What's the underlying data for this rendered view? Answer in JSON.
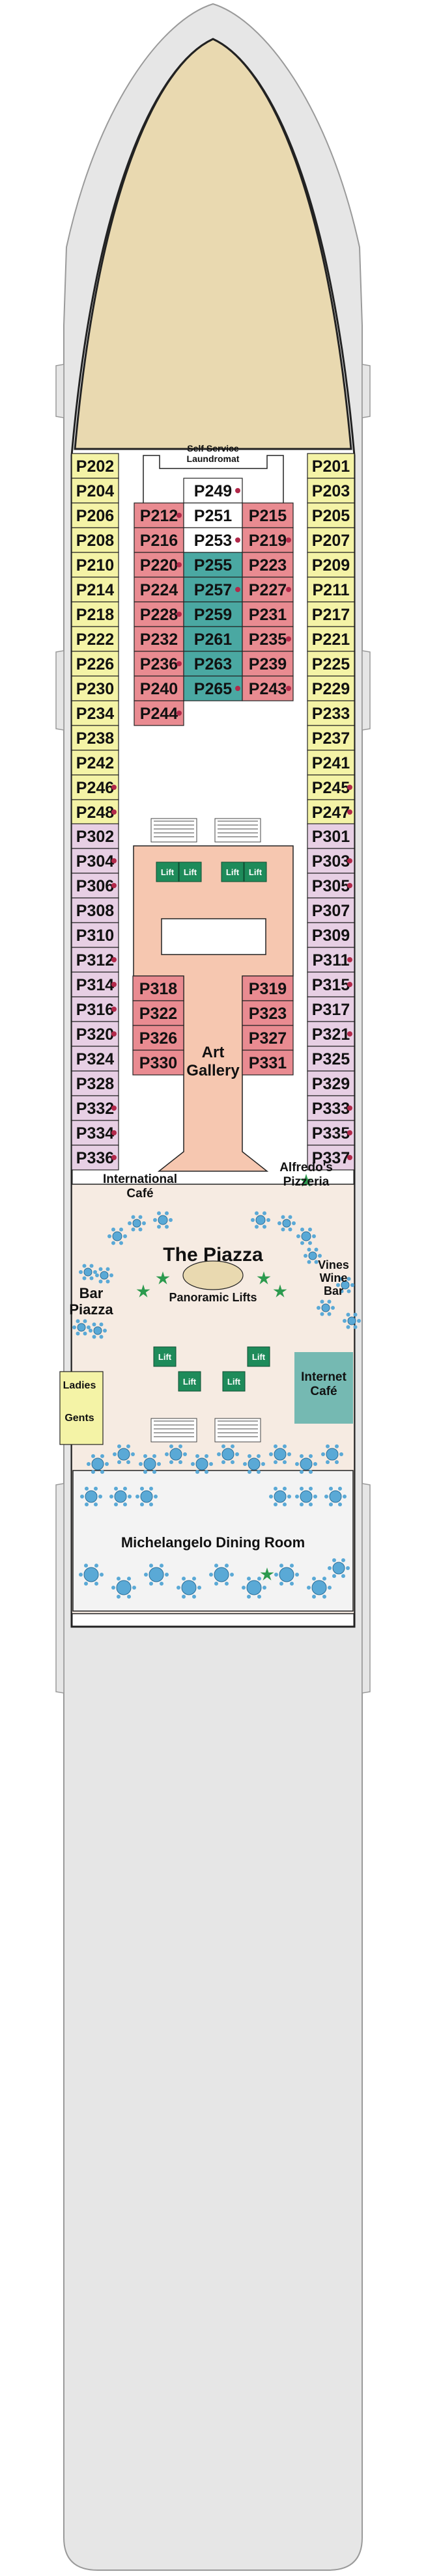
{
  "deck": {
    "cabins_left_yellow": [
      "P202",
      "P204",
      "P206",
      "P208",
      "P210",
      "P214",
      "P218",
      "P222",
      "P226",
      "P230",
      "P234",
      "P238",
      "P242",
      "P246",
      "P248"
    ],
    "cabins_right_yellow": [
      "P201",
      "P203",
      "P205",
      "P207",
      "P209",
      "P211",
      "P217",
      "P221",
      "P225",
      "P229",
      "P233",
      "P237",
      "P241",
      "P245",
      "P247"
    ],
    "cabins_inner_left_pink": [
      "P212",
      "P216",
      "P220",
      "P224",
      "P228",
      "P232",
      "P236",
      "P240",
      "P244"
    ],
    "cabins_inner_mid": [
      "P249",
      "P251",
      "P253",
      "P255",
      "P257",
      "P259",
      "P261",
      "P263",
      "P265"
    ],
    "cabins_inner_right_pink": [
      "P215",
      "P219",
      "P223",
      "P227",
      "P231",
      "P235",
      "P239",
      "P243"
    ],
    "cabins_left_lilac": [
      "P302",
      "P304",
      "P306",
      "P308",
      "P310",
      "P312",
      "P314",
      "P316",
      "P320",
      "P324",
      "P328",
      "P332",
      "P334",
      "P336"
    ],
    "cabins_right_lilac": [
      "P301",
      "P303",
      "P305",
      "P307",
      "P309",
      "P311",
      "P315",
      "P317",
      "P321",
      "P325",
      "P329",
      "P333",
      "P335",
      "P337"
    ],
    "cabins_gallery_left": [
      "P318",
      "P322",
      "P326",
      "P330"
    ],
    "cabins_gallery_right": [
      "P319",
      "P323",
      "P327",
      "P331"
    ],
    "lift_label": "Lift"
  },
  "labels": {
    "laundromat_line1": "Self Service",
    "laundromat_line2": "Laundromat",
    "art_gallery_line1": "Art",
    "art_gallery_line2": "Gallery",
    "international_cafe_line1": "International",
    "international_cafe_line2": "Café",
    "alfredos_line1": "Alfredo's",
    "alfredos_line2": "Pizzeria",
    "plazza": "The Piazza",
    "panoramic_lifts": "Panoramic Lifts",
    "bar_plazza_line1": "Bar",
    "bar_plazza_line2": "Piazza",
    "vines_line1": "Vines",
    "vines_line2": "Wine",
    "vines_line3": "Bar",
    "internet_line1": "Internet",
    "internet_line2": "Café",
    "ladies": "Ladies",
    "gents": "Gents",
    "dining_room": "Michelangelo Dining Room"
  },
  "colors": {
    "hull": "#e6e6e6",
    "deck": "#ffffff",
    "bow": "#e9d9b0",
    "yellow": "#f4f3a6",
    "pink": "#e98b91",
    "lilac": "#e7cfe4",
    "teal": "#4aa8a2",
    "salmon": "#f6c7b0",
    "plaza": "#f6ebe2",
    "lift": "#1e8b5a",
    "furniture": "#5aa9d6"
  }
}
